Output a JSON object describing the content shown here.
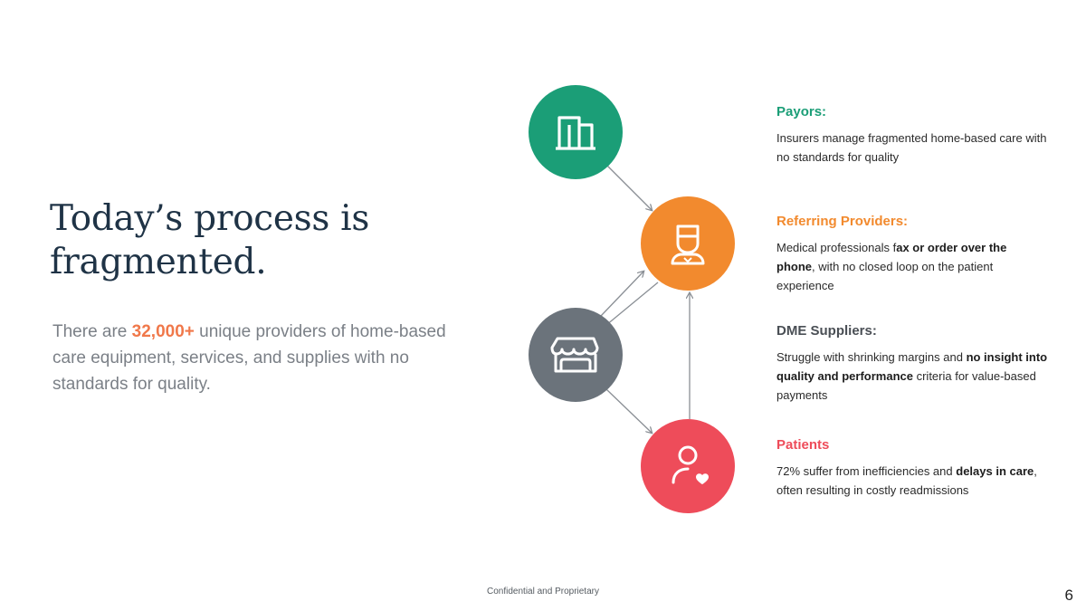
{
  "slide": {
    "title": "Today’s process is fragmented.",
    "subtitle": {
      "before": "There are ",
      "highlight": "32,000+",
      "after": " unique providers of home-based care equipment, services, and supplies with no standards for quality."
    },
    "colors": {
      "title": "#1f3346",
      "subtitle": "#7b8087",
      "highlight": "#f0784a",
      "payors": "#1b9e77",
      "referring": "#f28a2e",
      "dme": "#6b737b",
      "patients": "#ee4c5a"
    }
  },
  "stakeholders": {
    "payors": {
      "icon": "building-icon",
      "heading": "Payors:",
      "text": "Insurers manage fragmented home-based care with no standards for quality"
    },
    "referring": {
      "icon": "doctor-icon",
      "heading": "Referring Providers:",
      "text_before": "Medical professionals f",
      "text_bold": "ax or order over the phone",
      "text_after": ", with no closed loop on the patient experience"
    },
    "dme": {
      "icon": "storefront-icon",
      "heading": "DME Suppliers:",
      "text_before": "Struggle with shrinking margins and ",
      "text_bold": "no insight into quality and performance",
      "text_after": " criteria for value-based payments"
    },
    "patients": {
      "icon": "patient-heart-icon",
      "heading": "Patients",
      "text_before": "72% suffer from inefficiencies and ",
      "text_bold": "delays in care",
      "text_after": ", often resulting in costly readmissions"
    }
  },
  "footer": {
    "label": "Confidential and Proprietary",
    "page_number": "6"
  }
}
